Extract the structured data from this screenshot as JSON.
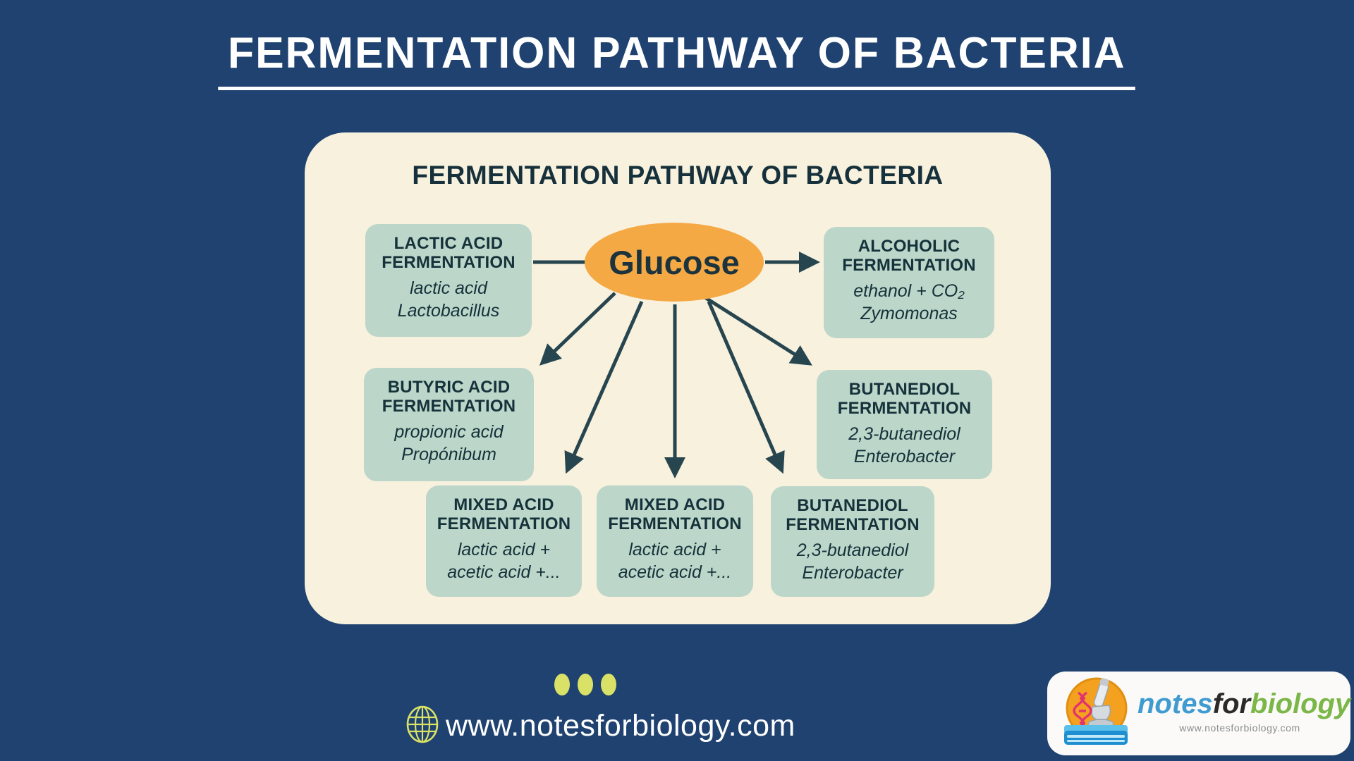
{
  "page": {
    "title": "FERMENTATION PATHWAY OF BACTERIA",
    "background_color": "#1F4270"
  },
  "diagram": {
    "card_title": "FERMENTATION PATHWAY OF BACTERIA",
    "card_color": "#F8F1DE",
    "box_color": "#BCD6C9",
    "arrow_color": "#27454F",
    "text_color": "#15313A",
    "center_node": {
      "label": "Glucose",
      "color": "#F5A945"
    },
    "boxes": [
      {
        "id": "lactic",
        "title": "LACTIC ACID FERMENTATION",
        "line1": "lactic acid",
        "line2": "Lactobacillus"
      },
      {
        "id": "alcoholic",
        "title": "ALCOHOLIC FERMENTATION",
        "line1": "ethanol + CO₂",
        "line2": "Zymomonas"
      },
      {
        "id": "butyric",
        "title": "BUTYRIC ACID FERMENTATION",
        "line1": "propionic acid",
        "line2": "Propónibum"
      },
      {
        "id": "butanediol-right",
        "title": "BUTANEDIOL FERMENTATION",
        "line1": "2,3-butanediol",
        "line2": "Enterobacter"
      },
      {
        "id": "mixed-1",
        "title": "MIXED ACID FERMENTATION",
        "line1": "lactic acid +",
        "line2": "acetic acid +..."
      },
      {
        "id": "mixed-2",
        "title": "MIXED ACID FERMENTATION",
        "line1": "lactic acid +",
        "line2": "acetic acid +..."
      },
      {
        "id": "butanediol-bottom",
        "title": "BUTANEDIOL FERMENTATION",
        "line1": "2,3-butanediol",
        "line2": "Enterobacter"
      }
    ]
  },
  "footer": {
    "website": "www.notesforbiology.com",
    "dots_color": "#D9E266",
    "logo": {
      "text_notes": "notes",
      "text_for": "for",
      "text_biology": "biology",
      "subtext": "www.notesforbiology.com",
      "colors": {
        "notes": "#3F9BD0",
        "for": "#2A2A2A",
        "biology": "#7AB648"
      }
    }
  }
}
